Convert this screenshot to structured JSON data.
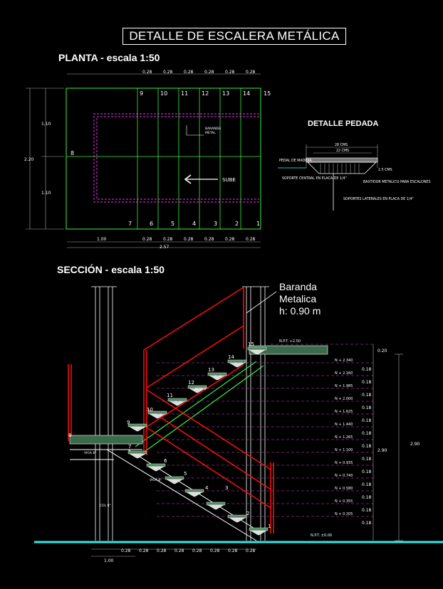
{
  "title": "DETALLE DE ESCALERA METÁLICA",
  "plan": {
    "heading": "PLANTA - escala 1:50",
    "top_dims": [
      "0.28",
      "0.28",
      "0.28",
      "0.28",
      "0.28",
      "0.28"
    ],
    "bottom_dims": [
      "1.00",
      "0.28",
      "0.28",
      "0.28",
      "0.28",
      "0.28",
      "0.28"
    ],
    "total_width": "2.57",
    "left_dims": [
      "1.10",
      "1.10"
    ],
    "total_height": "2.20",
    "top_numbers": [
      "9",
      "10",
      "11",
      "12",
      "13",
      "14",
      "15"
    ],
    "bottom_numbers": [
      "7",
      "6",
      "5",
      "4",
      "3",
      "2",
      "1"
    ],
    "landing_number": "8",
    "arrow_label": "SUBE",
    "note": [
      "BARANDA",
      "METAL"
    ]
  },
  "detail": {
    "heading": "DETALLE PEDADA",
    "dims": [
      "28 CMS",
      "22 CMS",
      "2.5 CMS"
    ],
    "notes": [
      "PEDAL DE MADERA",
      "SOPORTE CENTRAL EN PLACA DE 1/4\"",
      "SOPORTES LATERALES EN PLACA DE 1/4\"",
      "BASTIDOR METALICO PARA ESCALONES"
    ]
  },
  "section": {
    "heading": "SECCIÓN - escala 1:50",
    "railing_label": [
      "Baranda",
      "Metalica",
      "h: 0.90 m"
    ],
    "step_numbers": [
      "1",
      "2",
      "3",
      "4",
      "5",
      "6",
      "7",
      "8",
      "9",
      "10",
      "11",
      "12",
      "13",
      "14",
      "15"
    ],
    "level_top": "N.P.T. +2.50",
    "level_bottom": "N.P.T. ±0.00",
    "levels": [
      "N + 2.340",
      "N + 2.160",
      "N + 1.985",
      "N + 2.000",
      "N + 1.625",
      "N + 1.440",
      "N + 1.265",
      "N + 1.100",
      "N + 0.935",
      "N + 0.740",
      "N + 0.580",
      "N + 0.355",
      "N + 0.205"
    ],
    "riser_dims": [
      "0.18",
      "0.18",
      "0.18",
      "0.18",
      "0.18",
      "0.18",
      "0.18",
      "0.18",
      "0.18",
      "0.18",
      "0.18",
      "0.18",
      "0.18"
    ],
    "top_dim": "0.20",
    "total_height": "2.90",
    "bottom_dims": [
      "0.28",
      "0.28",
      "0.28",
      "0.28",
      "0.28",
      "0.28",
      "0.28",
      "0.28"
    ],
    "base_dim": "1.00",
    "beam_labels": [
      "VIGA 8\"",
      "VIGA 8\"",
      "VIGA 8\"",
      "COL 8\""
    ]
  }
}
